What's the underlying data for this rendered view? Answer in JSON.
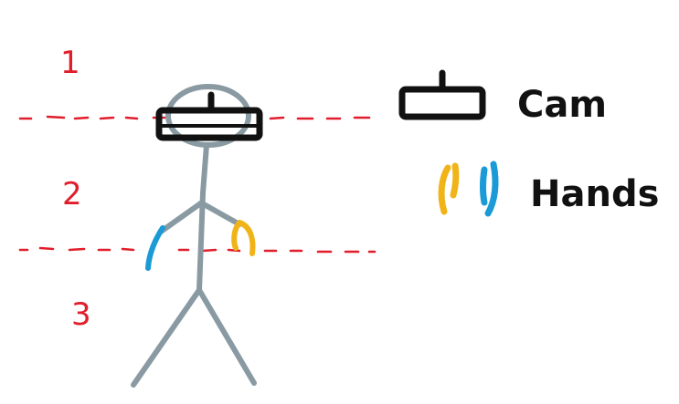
{
  "colors": {
    "zone_line": "#e01e2b",
    "zone_label": "#e01e2b",
    "figure": "#8a9aa3",
    "camera": "#111111",
    "hand_left": "#1a9ad6",
    "hand_right": "#f0b418",
    "legend_text": "#111111"
  },
  "zones": [
    {
      "label": "1"
    },
    {
      "label": "2"
    },
    {
      "label": "3"
    }
  ],
  "legend": {
    "cam_label": "Cam",
    "hands_label": "Hands",
    "cam_icon": "camera-bar-icon",
    "hands_icon": "hands-icon"
  }
}
